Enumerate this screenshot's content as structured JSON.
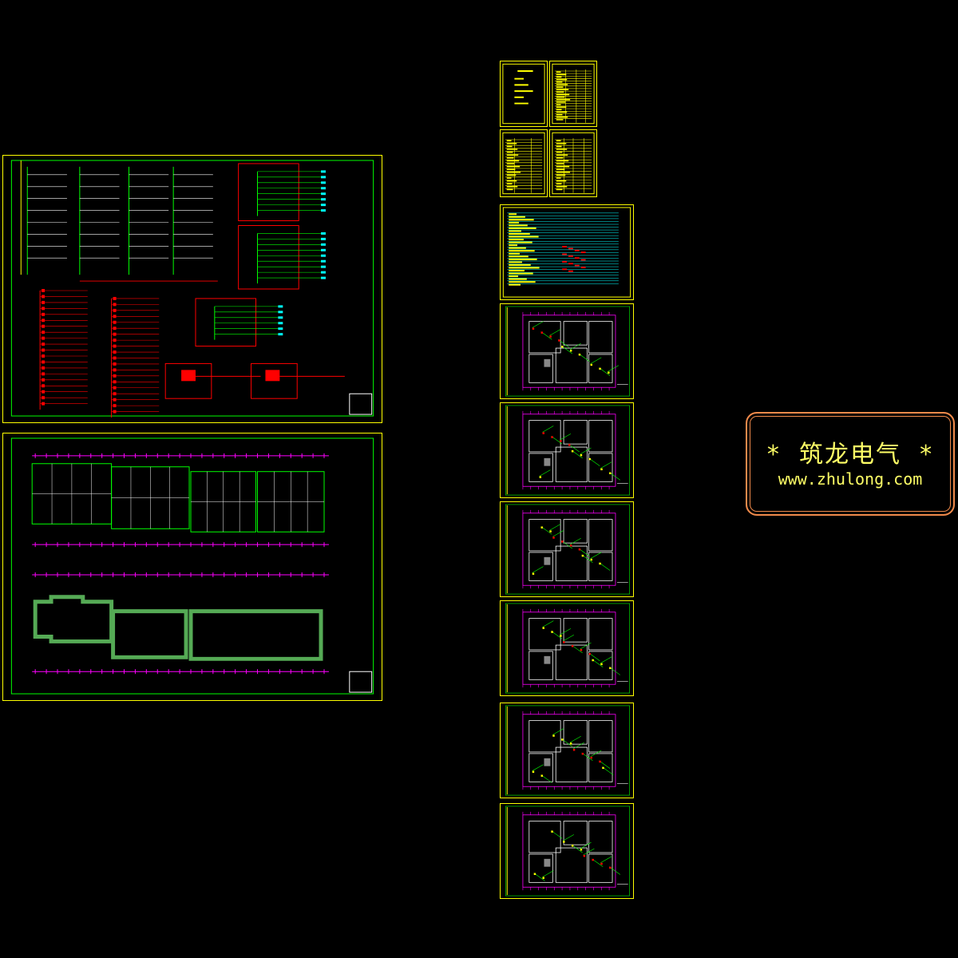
{
  "colors": {
    "background": "#000000",
    "sheet_border": "#ffff00",
    "wiring_green": "#00ff00",
    "wiring_red": "#ff0000",
    "wall_magenta": "#ff00ff",
    "cyan": "#00ffff",
    "white": "#ffffff",
    "logo_border": "#f08a4b",
    "logo_text": "#ffff66"
  },
  "watermark": {
    "title": "*  筑龙电气  *",
    "url": "www.zhulong.com"
  },
  "sheets": [
    {
      "id": "system-diagram",
      "kind": "riser-system"
    },
    {
      "id": "overall-plan",
      "kind": "building-plan"
    },
    {
      "id": "cover-notes",
      "kind": "notes"
    },
    {
      "id": "index-table",
      "kind": "table"
    },
    {
      "id": "materials-a",
      "kind": "table"
    },
    {
      "id": "materials-b",
      "kind": "table"
    },
    {
      "id": "legend-table",
      "kind": "table"
    },
    {
      "id": "unit-plan-1",
      "kind": "unit-plan"
    },
    {
      "id": "unit-plan-2",
      "kind": "unit-plan"
    },
    {
      "id": "unit-plan-3",
      "kind": "unit-plan"
    },
    {
      "id": "unit-plan-4",
      "kind": "unit-plan"
    },
    {
      "id": "unit-plan-5",
      "kind": "unit-plan"
    },
    {
      "id": "unit-plan-6",
      "kind": "unit-plan"
    }
  ]
}
